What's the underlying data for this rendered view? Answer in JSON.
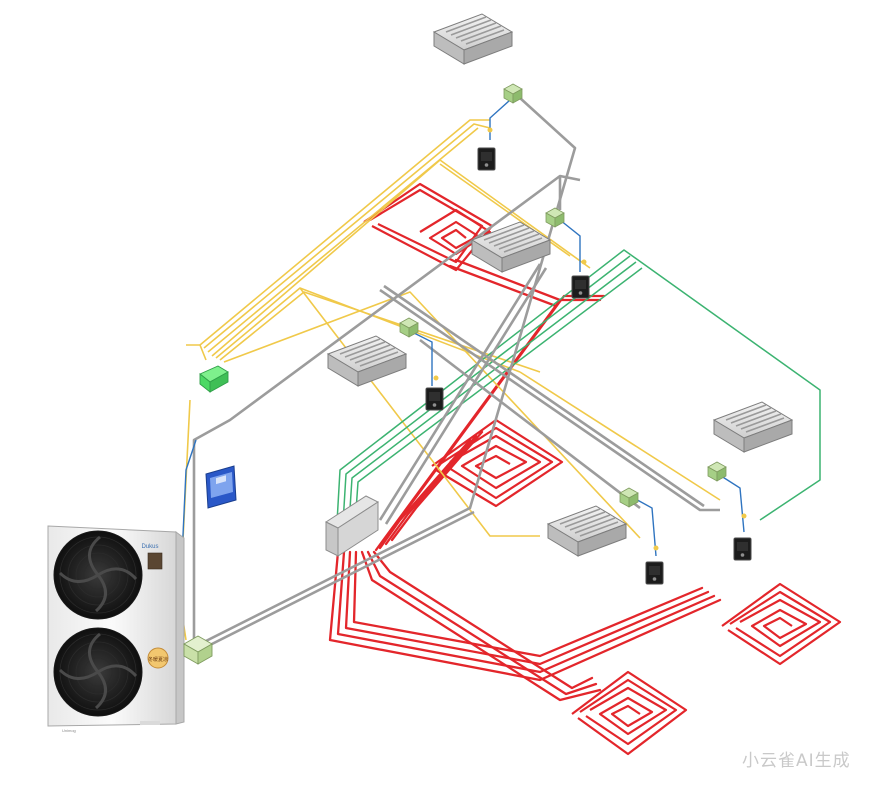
{
  "outdoor_unit": {
    "brand_text": "Dukus",
    "badge_text": "冬暖夏凉",
    "bottom_text": "Unimog"
  },
  "watermark": {
    "text": "小云雀AI生成"
  },
  "colors": {
    "floor_heating_pipe": "#e3262b",
    "refrigerant_pipe": "#9c9c9c",
    "control_wire_yellow": "#f0c94a",
    "control_wire_green": "#3cb371",
    "control_wire_blue": "#2f74c0",
    "controller_green": "#4cd964",
    "thermostat": "#1c1c1c",
    "wall_controller": "#2a58c8"
  },
  "icons": [
    "fan-grille-icon",
    "ceiling-cassette-icon",
    "thermostat-icon",
    "wall-controller-icon",
    "water-distributor-icon",
    "valve-box-icon",
    "floor-coil-icon"
  ]
}
